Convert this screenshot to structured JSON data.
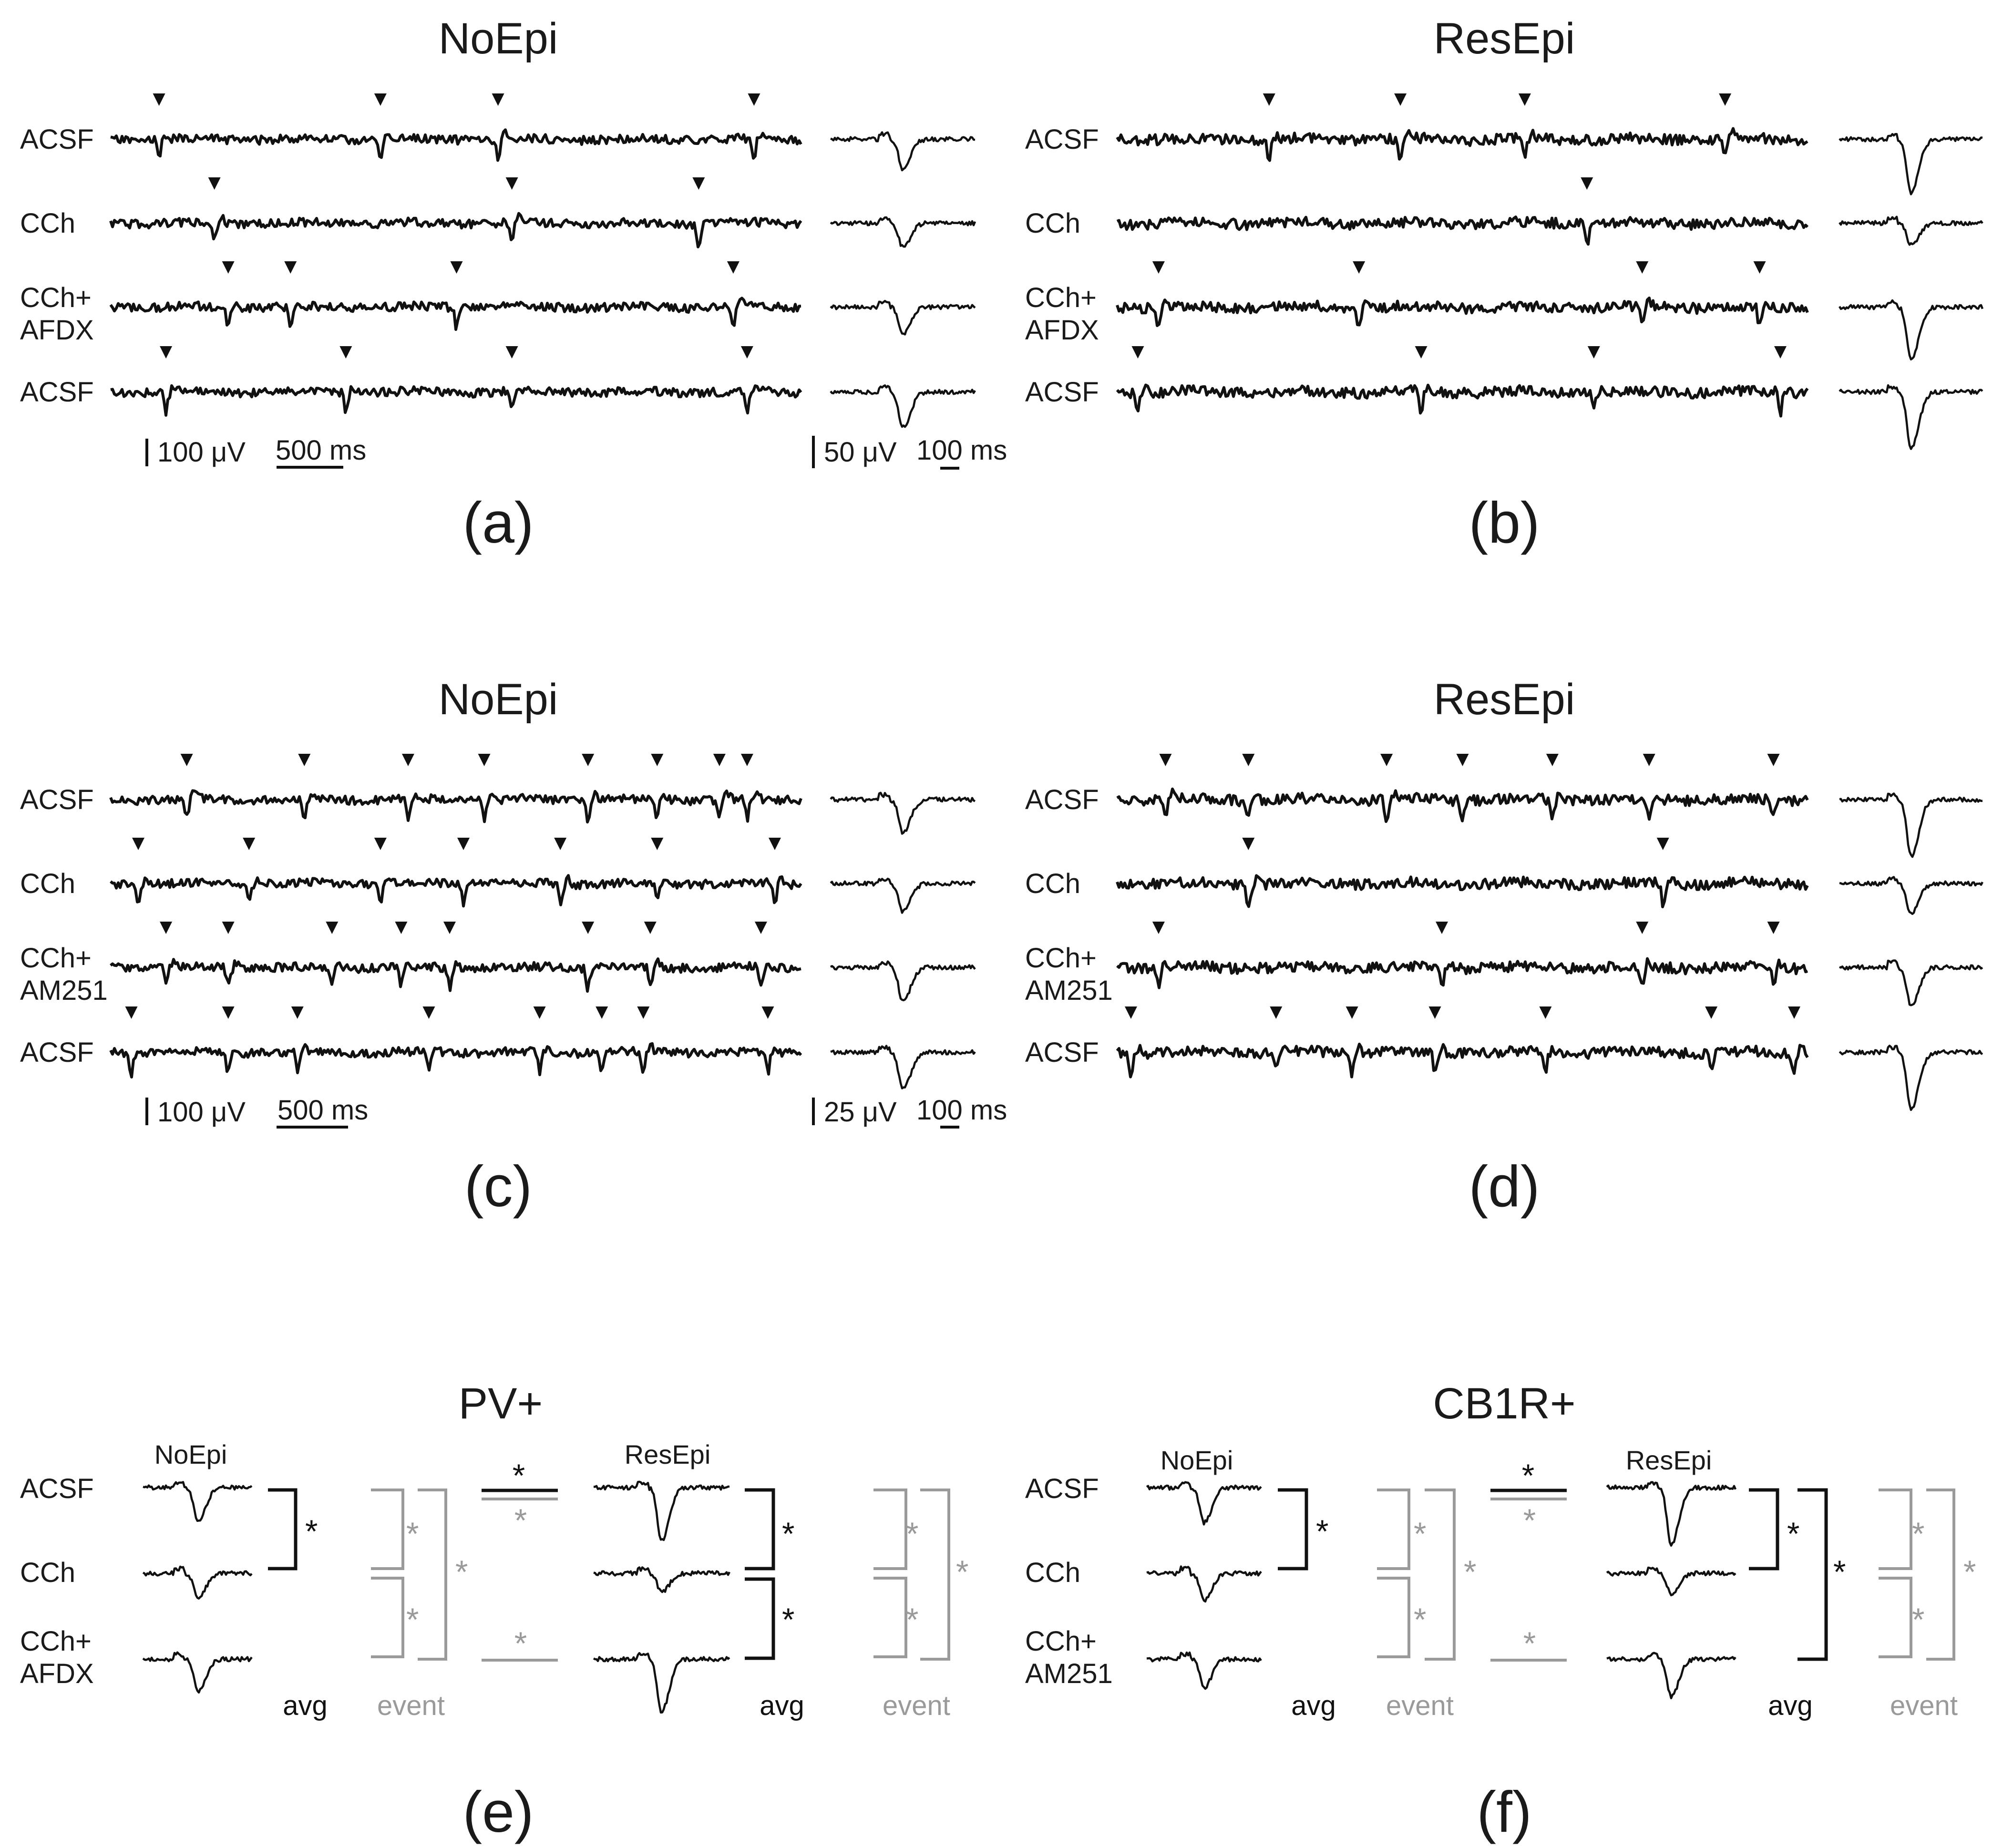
{
  "colors": {
    "ink": "#111111",
    "event_gray": "#9a9a9a"
  },
  "panels": {
    "a": {
      "label": "(a)",
      "title": "NoEpi",
      "rows": [
        "ACSF",
        "CCh",
        "CCh+\nAFDX",
        "ACSF"
      ],
      "markers": [
        [
          0.07,
          0.39,
          0.56,
          0.93
        ],
        [
          0.15,
          0.58,
          0.85
        ],
        [
          0.17,
          0.26,
          0.5,
          0.9
        ],
        [
          0.08,
          0.34,
          0.58,
          0.92
        ]
      ],
      "scale": {
        "amp": "100 μV",
        "time": "500 ms",
        "avg_amp": "50 μV",
        "avg_time": "100 ms"
      }
    },
    "b": {
      "label": "(b)",
      "title": "ResEpi",
      "rows": [
        "ACSF",
        "CCh",
        "CCh+\nAFDX",
        "ACSF"
      ],
      "markers": [
        [
          0.22,
          0.41,
          0.59,
          0.88
        ],
        [
          0.68
        ],
        [
          0.06,
          0.35,
          0.76,
          0.93
        ],
        [
          0.03,
          0.44,
          0.69,
          0.96
        ]
      ]
    },
    "c": {
      "label": "(c)",
      "title": "NoEpi",
      "rows": [
        "ACSF",
        "CCh",
        "CCh+\nAM251",
        "ACSF"
      ],
      "markers": [
        [
          0.11,
          0.28,
          0.43,
          0.54,
          0.69,
          0.79,
          0.88,
          0.92
        ],
        [
          0.04,
          0.2,
          0.39,
          0.51,
          0.65,
          0.79,
          0.96
        ],
        [
          0.08,
          0.17,
          0.32,
          0.42,
          0.49,
          0.69,
          0.78,
          0.94
        ],
        [
          0.03,
          0.17,
          0.27,
          0.46,
          0.62,
          0.71,
          0.77,
          0.95
        ]
      ],
      "scale": {
        "amp": "100 μV",
        "time": "500 ms",
        "avg_amp": "25 μV",
        "avg_time": "100 ms"
      }
    },
    "d": {
      "label": "(d)",
      "title": "ResEpi",
      "rows": [
        "ACSF",
        "CCh",
        "CCh+\nAM251",
        "ACSF"
      ],
      "markers": [
        [
          0.07,
          0.19,
          0.39,
          0.5,
          0.63,
          0.77,
          0.95
        ],
        [
          0.19,
          0.79
        ],
        [
          0.06,
          0.47,
          0.76,
          0.95
        ],
        [
          0.02,
          0.23,
          0.34,
          0.46,
          0.62,
          0.86,
          0.98
        ]
      ]
    },
    "e": {
      "label": "(e)",
      "title": "PV+",
      "rows": [
        "ACSF",
        "CCh",
        "CCh+\nAFDX"
      ],
      "group_left": "NoEpi",
      "group_right": "ResEpi",
      "foot_avg": "avg",
      "foot_event": "event",
      "star": "*"
    },
    "f": {
      "label": "(f)",
      "title": "CB1R+",
      "rows": [
        "ACSF",
        "CCh",
        "CCh+\nAM251"
      ],
      "group_left": "NoEpi",
      "group_right": "ResEpi",
      "foot_avg": "avg",
      "foot_event": "event",
      "star": "*"
    }
  }
}
